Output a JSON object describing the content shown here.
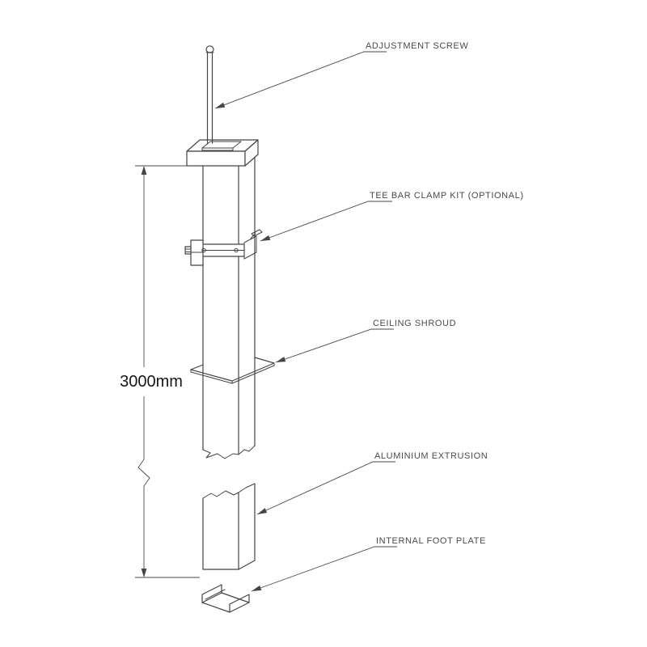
{
  "page": {
    "background": "#ffffff"
  },
  "diagram": {
    "kind": "isometric-assembly-drawing",
    "subject": "ceiling-post-assembly",
    "line_color": "#454545",
    "label_color": "#4a4a4a",
    "dimension": {
      "text": "3000mm"
    },
    "callouts": [
      {
        "text": "ADJUSTMENT SCREW"
      },
      {
        "text": "TEE BAR CLAMP KIT (OPTIONAL)"
      },
      {
        "text": "CEILING SHROUD"
      },
      {
        "text": "ALUMINIUM EXTRUSION"
      },
      {
        "text": "INTERNAL FOOT PLATE"
      }
    ]
  }
}
